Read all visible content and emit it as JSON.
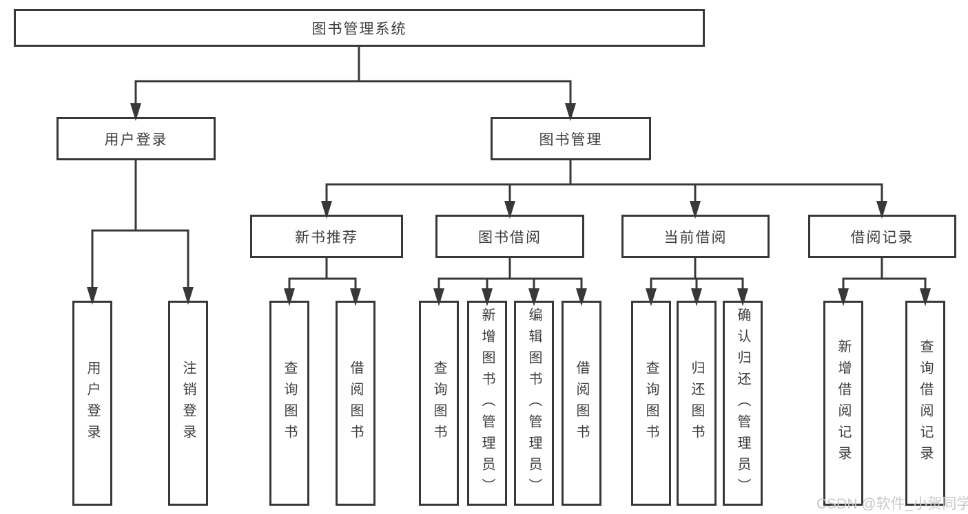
{
  "tree": {
    "root": {
      "label": "图书管理系统"
    },
    "level1": [
      {
        "label": "用户登录"
      },
      {
        "label": "图书管理"
      }
    ],
    "level2": [
      {
        "label": "新书推荐"
      },
      {
        "label": "图书借阅"
      },
      {
        "label": "当前借阅"
      },
      {
        "label": "借阅记录"
      }
    ],
    "leaves": {
      "login": [
        {
          "label": "用户登录"
        },
        {
          "label": "注销登录"
        }
      ],
      "recommend": [
        {
          "label": "查询图书"
        },
        {
          "label": "借阅图书"
        }
      ],
      "borrow": [
        {
          "label": "查询图书"
        },
        {
          "label": "新增图书（管理员）"
        },
        {
          "label": "编辑图书（管理员）"
        },
        {
          "label": "借阅图书"
        }
      ],
      "current": [
        {
          "label": "查询图书"
        },
        {
          "label": "归还图书"
        },
        {
          "label": "确认归还（管理员）"
        }
      ],
      "record": [
        {
          "label": "新增借阅记录"
        },
        {
          "label": "查询借阅记录"
        }
      ]
    }
  },
  "watermark": {
    "text": "CSDN @软件_小贺同学"
  },
  "colors": {
    "line": "#383838",
    "text": "#3c3c3c",
    "watermark": "#c9c9c9",
    "background": "#ffffff"
  }
}
